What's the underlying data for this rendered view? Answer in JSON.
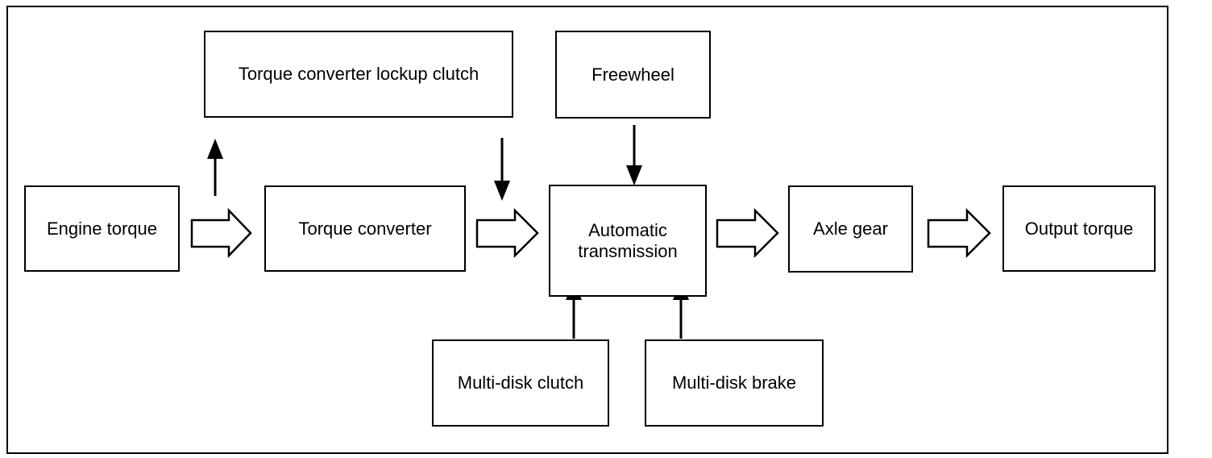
{
  "diagram": {
    "type": "block-flow-diagram",
    "subject": "Automatic transmission torque flow",
    "colors": {
      "stroke": "#000000",
      "fill": "#ffffff",
      "text": "#000000"
    },
    "nodes": {
      "engine_torque": "Engine torque",
      "lockup_clutch": "Torque converter lockup clutch",
      "torque_converter": "Torque converter",
      "freewheel": "Freewheel",
      "automatic_transmission": "Automatic transmission",
      "axle_gear": "Axle gear",
      "output_torque": "Output torque",
      "multi_disk_clutch": "Multi-disk clutch",
      "multi_disk_brake": "Multi-disk brake"
    },
    "connections": [
      {
        "from": "engine_torque",
        "to": "torque_converter",
        "style": "block-arrow-right"
      },
      {
        "from": "torque_converter",
        "to": "lockup_clutch",
        "style": "thin-arrow-up"
      },
      {
        "from": "lockup_clutch",
        "to": "torque_converter_to_transmission_flow",
        "style": "thin-arrow-down"
      },
      {
        "from": "torque_converter",
        "to": "automatic_transmission",
        "style": "block-arrow-right"
      },
      {
        "from": "freewheel",
        "to": "automatic_transmission",
        "style": "thin-arrow-down"
      },
      {
        "from": "multi_disk_clutch",
        "to": "automatic_transmission",
        "style": "thin-arrow-up"
      },
      {
        "from": "multi_disk_brake",
        "to": "automatic_transmission",
        "style": "thin-arrow-up"
      },
      {
        "from": "automatic_transmission",
        "to": "axle_gear",
        "style": "block-arrow-right"
      },
      {
        "from": "axle_gear",
        "to": "output_torque",
        "style": "block-arrow-right"
      }
    ]
  }
}
